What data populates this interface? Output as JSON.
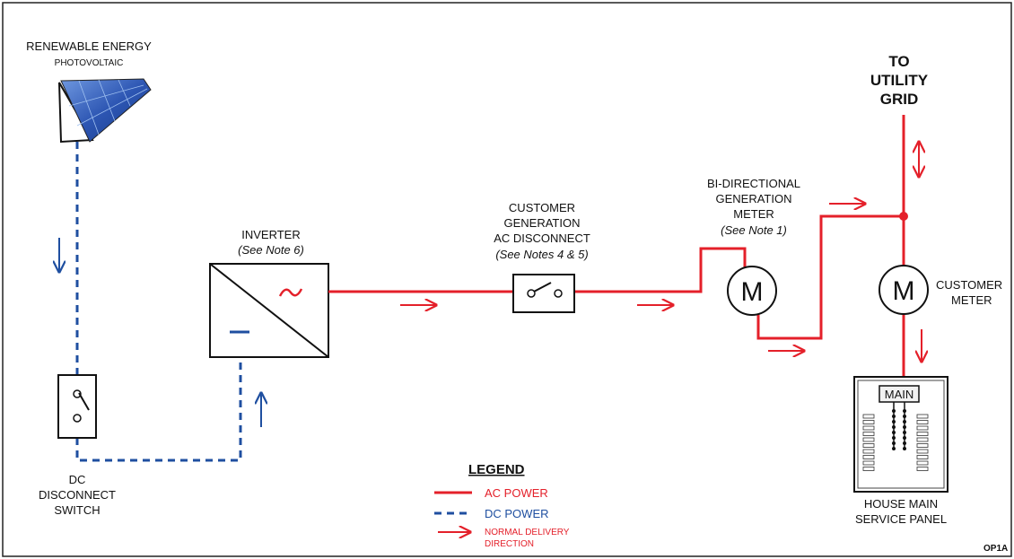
{
  "colors": {
    "ac": "#e4202a",
    "dc": "#1f4fa0",
    "solar": "#2d56b3",
    "outline": "#111111"
  },
  "icons": [
    "solar-panel-icon",
    "switch-icon",
    "meter-icon",
    "service-panel-icon",
    "arrow-icon"
  ],
  "labels": {
    "renewable": "RENEWABLE ENERGY",
    "photovoltaic": "PHOTOVOLTAIC",
    "inverter": "INVERTER",
    "inverter_note": "(See Note 6)",
    "ac_disc_1": "CUSTOMER",
    "ac_disc_2": "GENERATION",
    "ac_disc_3": "AC DISCONNECT",
    "ac_disc_note": "(See Notes 4 & 5)",
    "bidir_1": "BI-DIRECTIONAL",
    "bidir_2": "GENERATION",
    "bidir_3": "METER",
    "bidir_note": "(See Note 1)",
    "utility_1": "TO",
    "utility_2": "UTILITY",
    "utility_3": "GRID",
    "cust_meter_1": "CUSTOMER",
    "cust_meter_2": "METER",
    "dc_disc_1": "DC",
    "dc_disc_2": "DISCONNECT",
    "dc_disc_3": "SWITCH",
    "panel_main": "MAIN",
    "house_1": "HOUSE MAIN",
    "house_2": "SERVICE PANEL",
    "meter_letter": "M",
    "code": "OP1A"
  },
  "legend": {
    "title": "LEGEND",
    "ac": "AC POWER",
    "dc": "DC POWER",
    "dir_1": "NORMAL DELIVERY",
    "dir_2": "DIRECTION"
  }
}
